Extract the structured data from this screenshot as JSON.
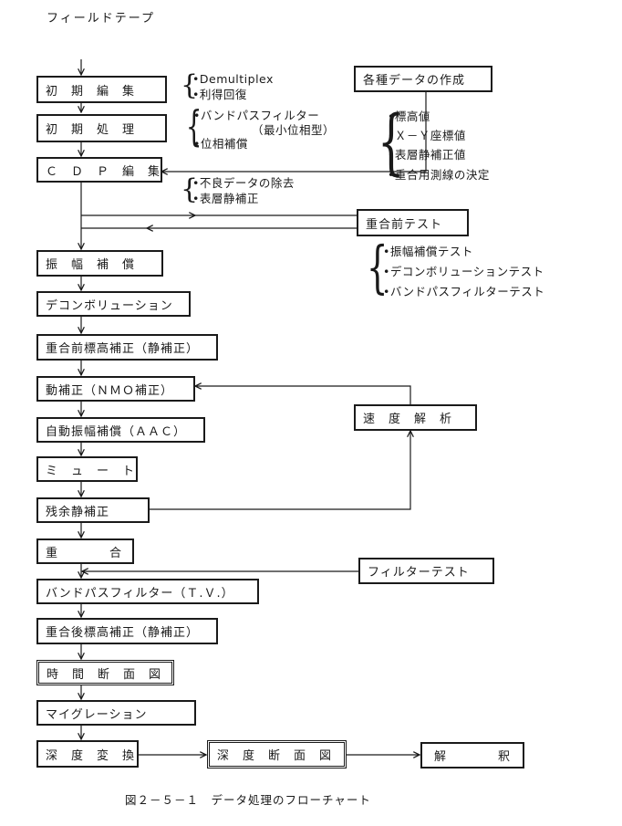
{
  "title": "フィールドテープ",
  "boxes": {
    "initial_edit": "初　期　編　集",
    "initial_process": "初　期　処　理",
    "cdp_edit": "Ｃ　Ｄ　Ｐ　編　集",
    "amplitude_comp": "振　幅　補　償",
    "deconvolution": "デコンボリューション",
    "pre_stack_static": "重合前標高補正（静補正）",
    "nmo": "動補正（ＮＭＯ補正）",
    "aac": "自動振幅補償（ＡＡＣ）",
    "mute": "ミ　ュ　ー　ト",
    "residual_static": "残余静補正",
    "stack": "重　　　　合",
    "bandpass_tv": "バンドパスフィルター（Ｔ.Ｖ.）",
    "post_stack_static": "重合後標高補正（静補正）",
    "time_section": "時　間　断　面　図",
    "migration": "マイグレーション",
    "depth_conversion": "深　度　変　換",
    "depth_section": "深　度　断　面　図",
    "interpretation": "解　　　　釈",
    "data_creation": "各種データの作成",
    "pre_stack_test": "重合前テスト",
    "velocity_analysis": "速　度　解　析",
    "filter_test": "フィルターテスト"
  },
  "notes": {
    "initial_edit": [
      "•Demultiplex",
      "•利得回復"
    ],
    "initial_process": [
      "•バンドパスフィルター",
      "（最小位相型）",
      "•位相補償"
    ],
    "cdp_edit": [
      "•不良データの除去",
      "•表層静補正"
    ],
    "data_creation": [
      "•標高値",
      "•Ｘ－Ｙ座標値",
      "•表層静補正値",
      "•重合用測線の決定"
    ],
    "pre_stack_test": [
      "•振幅補償テスト",
      "•デコンボリューションテスト",
      "•バンドパスフィルターテスト"
    ]
  },
  "caption": "図２－５－１　データ処理のフローチャート"
}
